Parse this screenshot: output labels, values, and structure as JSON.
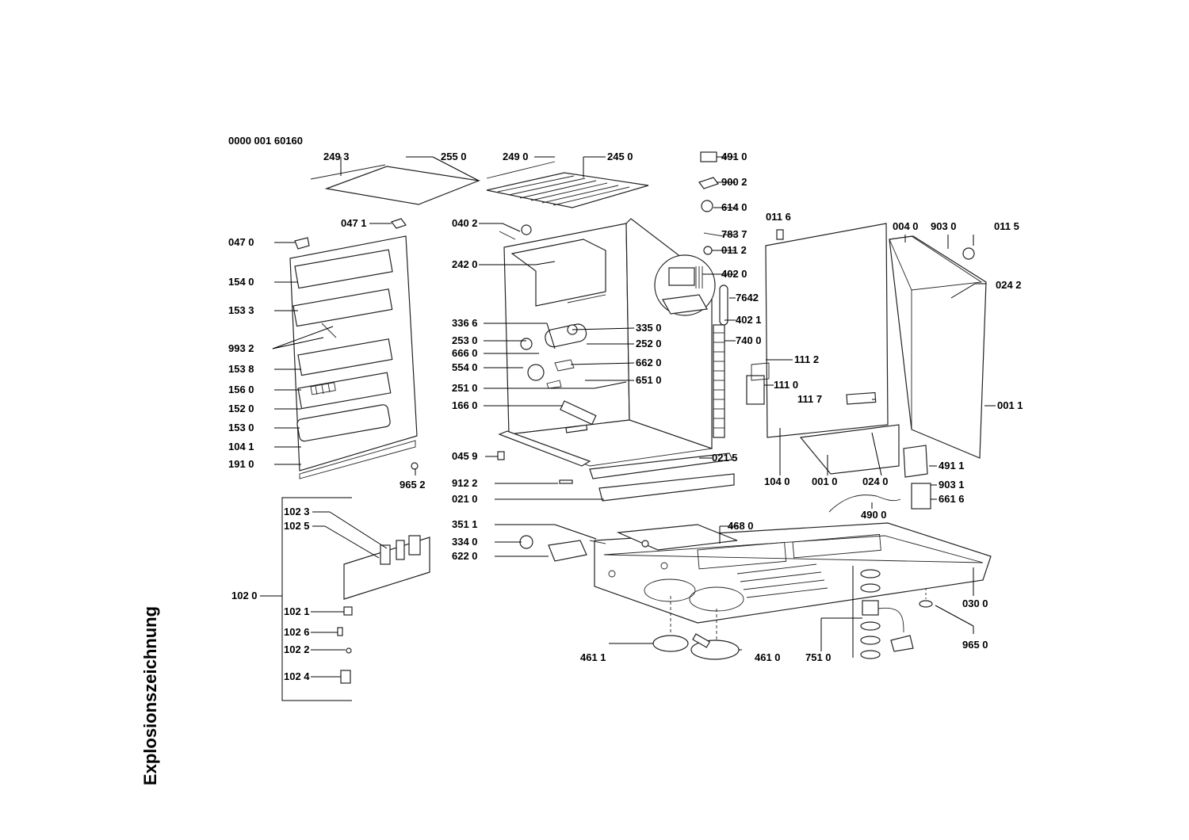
{
  "title": "Explosionszeichnung",
  "drawing_number": "0000 001 60160",
  "labels": {
    "l2493": "249 3",
    "l2550": "255 0",
    "l2490": "249 0",
    "l2450": "245 0",
    "l4910": "491 0",
    "l9002": "900 2",
    "l6140": "614 0",
    "l7837": "783 7",
    "l0116": "011 6",
    "l0112": "011 2",
    "l4020": "402 0",
    "l7642": "7642",
    "l4021": "402 1",
    "l7400": "740 0",
    "l0470": "047 0",
    "l0471": "047 1",
    "l0402": "040 2",
    "l2420": "242 0",
    "l1540": "154 0",
    "l1533": "153 3",
    "l9932": "993 2",
    "l1538": "153 8",
    "l1560": "156 0",
    "l1520": "152 0",
    "l1530": "153 0",
    "l1041": "104 1",
    "l1910": "191 0",
    "l9652": "965 2",
    "l3366": "336 6",
    "l2530": "253 0",
    "l6660": "666 0",
    "l5540": "554 0",
    "l2510": "251 0",
    "l1660": "166 0",
    "l3350": "335 0",
    "l2520": "252 0",
    "l6620": "662 0",
    "l6510": "651 0",
    "l0459": "045 9",
    "l0215": "021 5",
    "l9122": "912 2",
    "l0210": "021 0",
    "l3511": "351 1",
    "l3340": "334 0",
    "l6220": "622 0",
    "l4680": "468 0",
    "l1023": "102 3",
    "l1025": "102 5",
    "l1020": "102 0",
    "l1021": "102 1",
    "l1026": "102 6",
    "l1022": "102 2",
    "l1024": "102 4",
    "l4611": "461 1",
    "l4610": "461 0",
    "l7510": "751 0",
    "l9650": "965 0",
    "l0300": "030 0",
    "l0040": "004 0",
    "l9030": "903 0",
    "l0115": "011 5",
    "l0242": "024 2",
    "l0011": "001 1",
    "l1112": "111 2",
    "l1110": "111 0",
    "l1117": "111 7",
    "l4911": "491 1",
    "l9031": "903 1",
    "l6616": "661 6",
    "l4900": "490 0",
    "l1040": "104 0",
    "l0010": "001 0",
    "l0240": "024 0"
  }
}
